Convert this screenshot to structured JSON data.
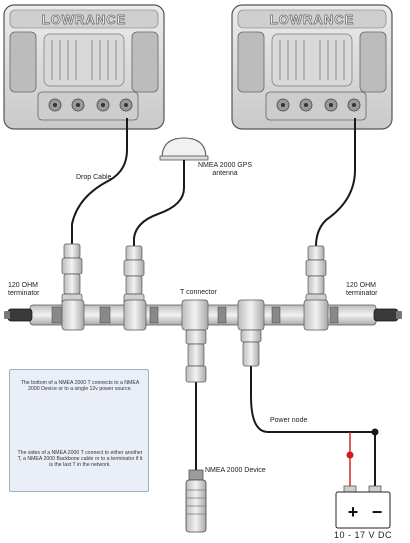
{
  "labels": {
    "drop_cable": "Drop Cable",
    "gps_antenna": "NMEA 2000 GPS\nantenna",
    "terminator_left": "120 OHM\nterminator",
    "terminator_right": "120 OHM\nterminator",
    "t_connector": "T connector",
    "power_node": "Power node",
    "nmea_device": "NMEA 2000 Device",
    "voltage": "10 - 17 V DC",
    "battery_plus": "+",
    "battery_minus": "−"
  },
  "display_brand": "LOWRANCE",
  "info_box": {
    "top_text": "The bottom of a NMEA 2000 T connects to a NMEA 2000 Device or to a single 12v power source.",
    "bottom_text": "The sides of a NMEA 2000 T connect to either another T, a NMEA 2000 Backbone cable or to a terminator if it is the last T in the network."
  },
  "colors": {
    "cable": "#1a1a1a",
    "connector_light": "#e4e4e4",
    "connector_mid": "#b5b5b5",
    "display_body": "#d6d6d6",
    "info_bg": "#e9eef7",
    "power_red": "#d11a1a"
  }
}
